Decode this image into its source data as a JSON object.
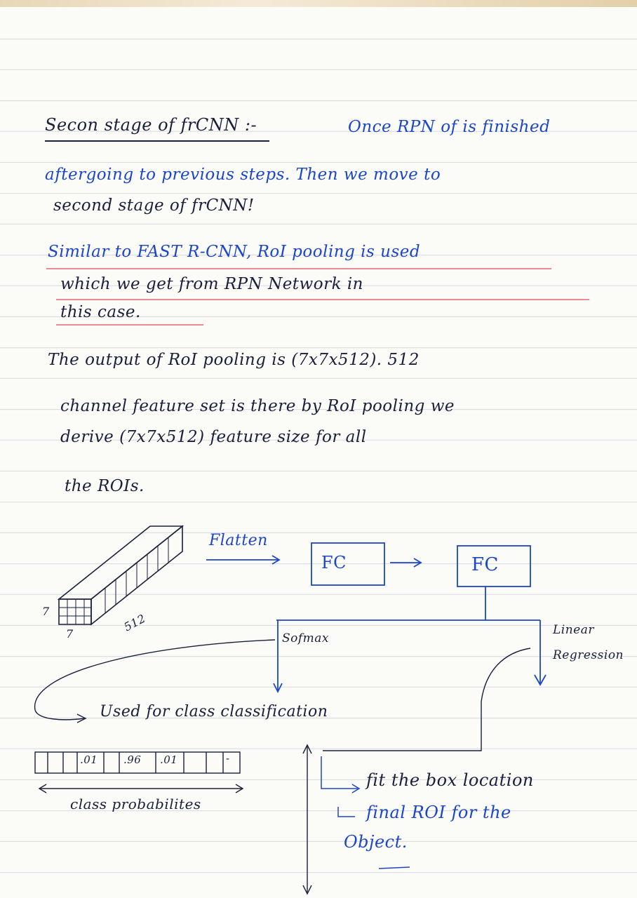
{
  "heading": {
    "title": "Secon stage of frCNN :-",
    "intro": "Once RPN of is finished"
  },
  "paragraph1": {
    "line1": "aftergoing to previous steps. Then we move to",
    "line2": "second stage of frCNN!"
  },
  "paragraph2": {
    "line1": "Similar to FAST R-CNN, RoI pooling is used",
    "line2": "which we get from RPN Network in",
    "line3": "this case."
  },
  "paragraph3": {
    "line1": "The output of RoI pooling is (7x7x512). 512",
    "line2": "channel feature set is there by RoI pooling we",
    "line3": "derive (7x7x512) feature size for all",
    "line4": "the ROIs."
  },
  "diagram": {
    "dim_h": "7",
    "dim_w": "7",
    "dim_c": "512",
    "flatten": "Flatten",
    "fc1": "FC",
    "fc2": "FC",
    "softmax": "Sofmax",
    "linear": "Linear",
    "regression": "Regression",
    "class_use": "Used for class classification",
    "prob_cells": [
      "",
      "",
      ".01",
      "",
      ".96",
      ".01",
      "",
      "",
      "-"
    ],
    "prob_label": "class probabilites",
    "fit_box": "fit the box location",
    "final_roi": "final ROI for the",
    "object": "Object."
  }
}
